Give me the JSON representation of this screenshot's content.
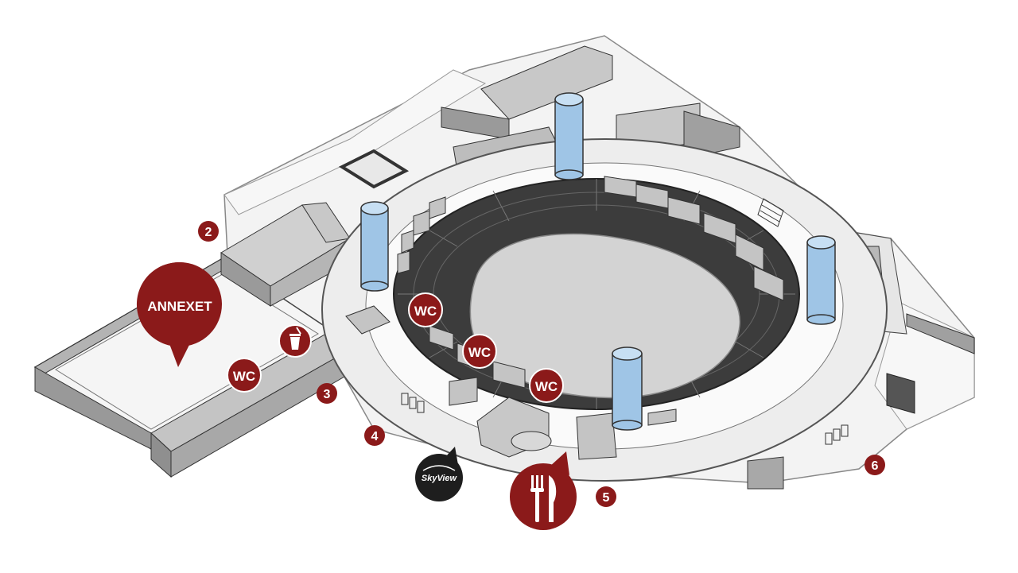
{
  "colors": {
    "marker_red": "#8b1a1a",
    "marker_dark": "#1e1e1e",
    "column_blue": "#9fc5e6",
    "wall_gray": "#b3b3b3",
    "floor_light": "#f3f3f3",
    "seating_dark": "#3c3c3c",
    "field_gray": "#d3d3d3"
  },
  "labels": {
    "annex": "ANNEXET",
    "wc_1": "WC",
    "wc_2": "WC",
    "wc_3": "WC",
    "wc_annex": "WC",
    "skyview": "SkyView"
  },
  "entrances": [
    "2",
    "3",
    "4",
    "5",
    "6"
  ],
  "icons": {
    "drink": "drink-cup-icon",
    "restaurant": "fork-knife-icon",
    "skyview": "skyview-logo-icon"
  }
}
